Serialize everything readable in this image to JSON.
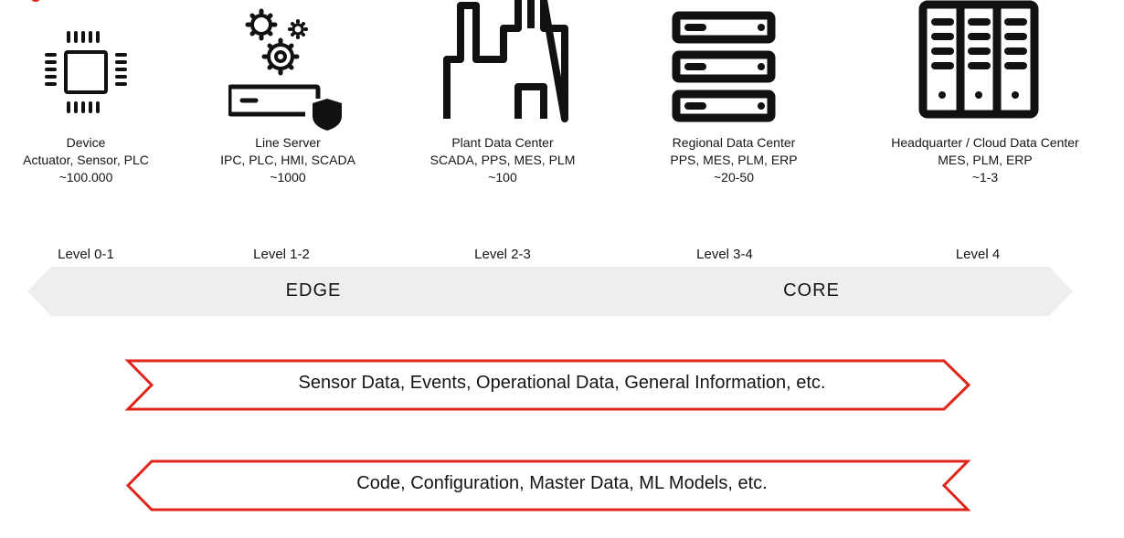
{
  "colors": {
    "accent_red": "#e0251b",
    "scope_grey": "#eeeeee",
    "icon_black": "#111111",
    "text": "#151515"
  },
  "tiers": [
    {
      "icon": "microchip-icon",
      "title": "Device",
      "systems": "Actuator, Sensor, PLC",
      "count": "~100.000",
      "level": "Level 0-1"
    },
    {
      "icon": "line-server-gears-shield-icon",
      "title": "Line Server",
      "systems": "IPC, PLC, HMI, SCADA",
      "count": "~1000",
      "level": "Level 1-2"
    },
    {
      "icon": "factory-icon",
      "title": "Plant Data Center",
      "systems": "SCADA, PPS, MES, PLM",
      "count": "~100",
      "level": "Level 2-3"
    },
    {
      "icon": "server-rack-icon",
      "title": "Regional Data Center",
      "systems": "PPS, MES, PLM, ERP",
      "count": "~20-50",
      "level": "Level 3-4"
    },
    {
      "icon": "datacenter-cabinets-icon",
      "title": "Headquarter / Cloud  Data Center",
      "systems": "MES, PLM, ERP",
      "count": "~1-3",
      "level": "Level 4"
    }
  ],
  "scope": {
    "edge_label": "EDGE",
    "core_label": "CORE"
  },
  "flows": {
    "upstream": {
      "direction": "edge-to-core",
      "label": "Sensor Data, Events, Operational Data, General Information,  etc."
    },
    "downstream": {
      "direction": "core-to-edge",
      "label": "Code, Configuration, Master Data, ML Models, etc."
    }
  }
}
